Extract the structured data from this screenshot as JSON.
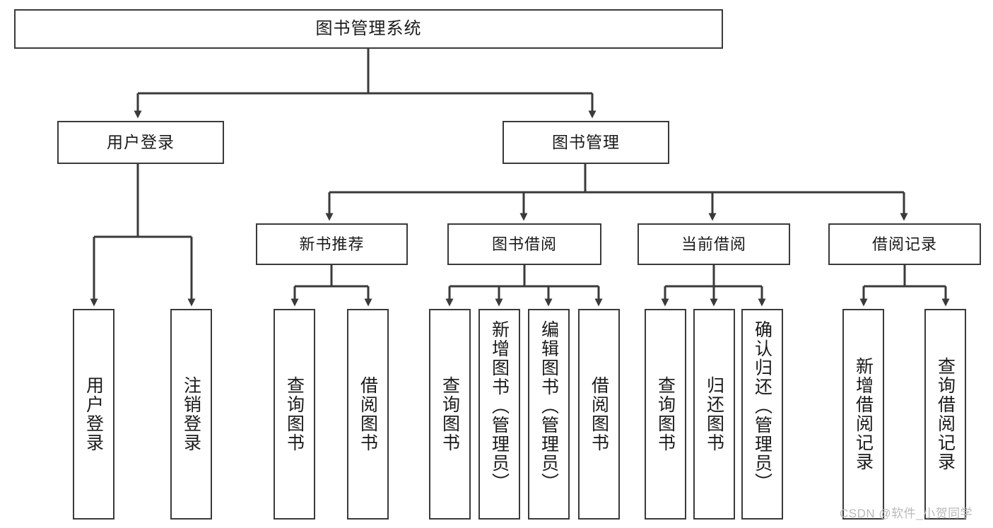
{
  "diagram": {
    "type": "tree-hierarchy-chart",
    "title": "图书管理系统",
    "watermark": "CSDN @软件_小贺同学",
    "colors": {
      "stroke": "#3a3a3a",
      "fill": "#ffffff",
      "text": "#1a1a1a",
      "watermark": "#b9b9b9"
    },
    "root": {
      "label": "图书管理系统"
    },
    "level2": [
      {
        "label": "用户登录"
      },
      {
        "label": "图书管理"
      }
    ],
    "level3": [
      {
        "label": "新书推荐"
      },
      {
        "label": "图书借阅"
      },
      {
        "label": "当前借阅"
      },
      {
        "label": "借阅记录"
      }
    ],
    "leaves": {
      "user_login": [
        {
          "label": "用户登录"
        },
        {
          "label": "注销登录"
        }
      ],
      "new_book_recommend": [
        {
          "label": "查询图书"
        },
        {
          "label": "借阅图书"
        }
      ],
      "book_borrow": [
        {
          "label": "查询图书"
        },
        {
          "label": "新增图书（管理员）"
        },
        {
          "label": "编辑图书（管理员）"
        },
        {
          "label": "借阅图书"
        }
      ],
      "current_borrow": [
        {
          "label": "查询图书"
        },
        {
          "label": "归还图书"
        },
        {
          "label": "确认归还（管理员）"
        }
      ],
      "borrow_record": [
        {
          "label": "新增借阅记录"
        },
        {
          "label": "查询借阅记录"
        }
      ]
    }
  }
}
